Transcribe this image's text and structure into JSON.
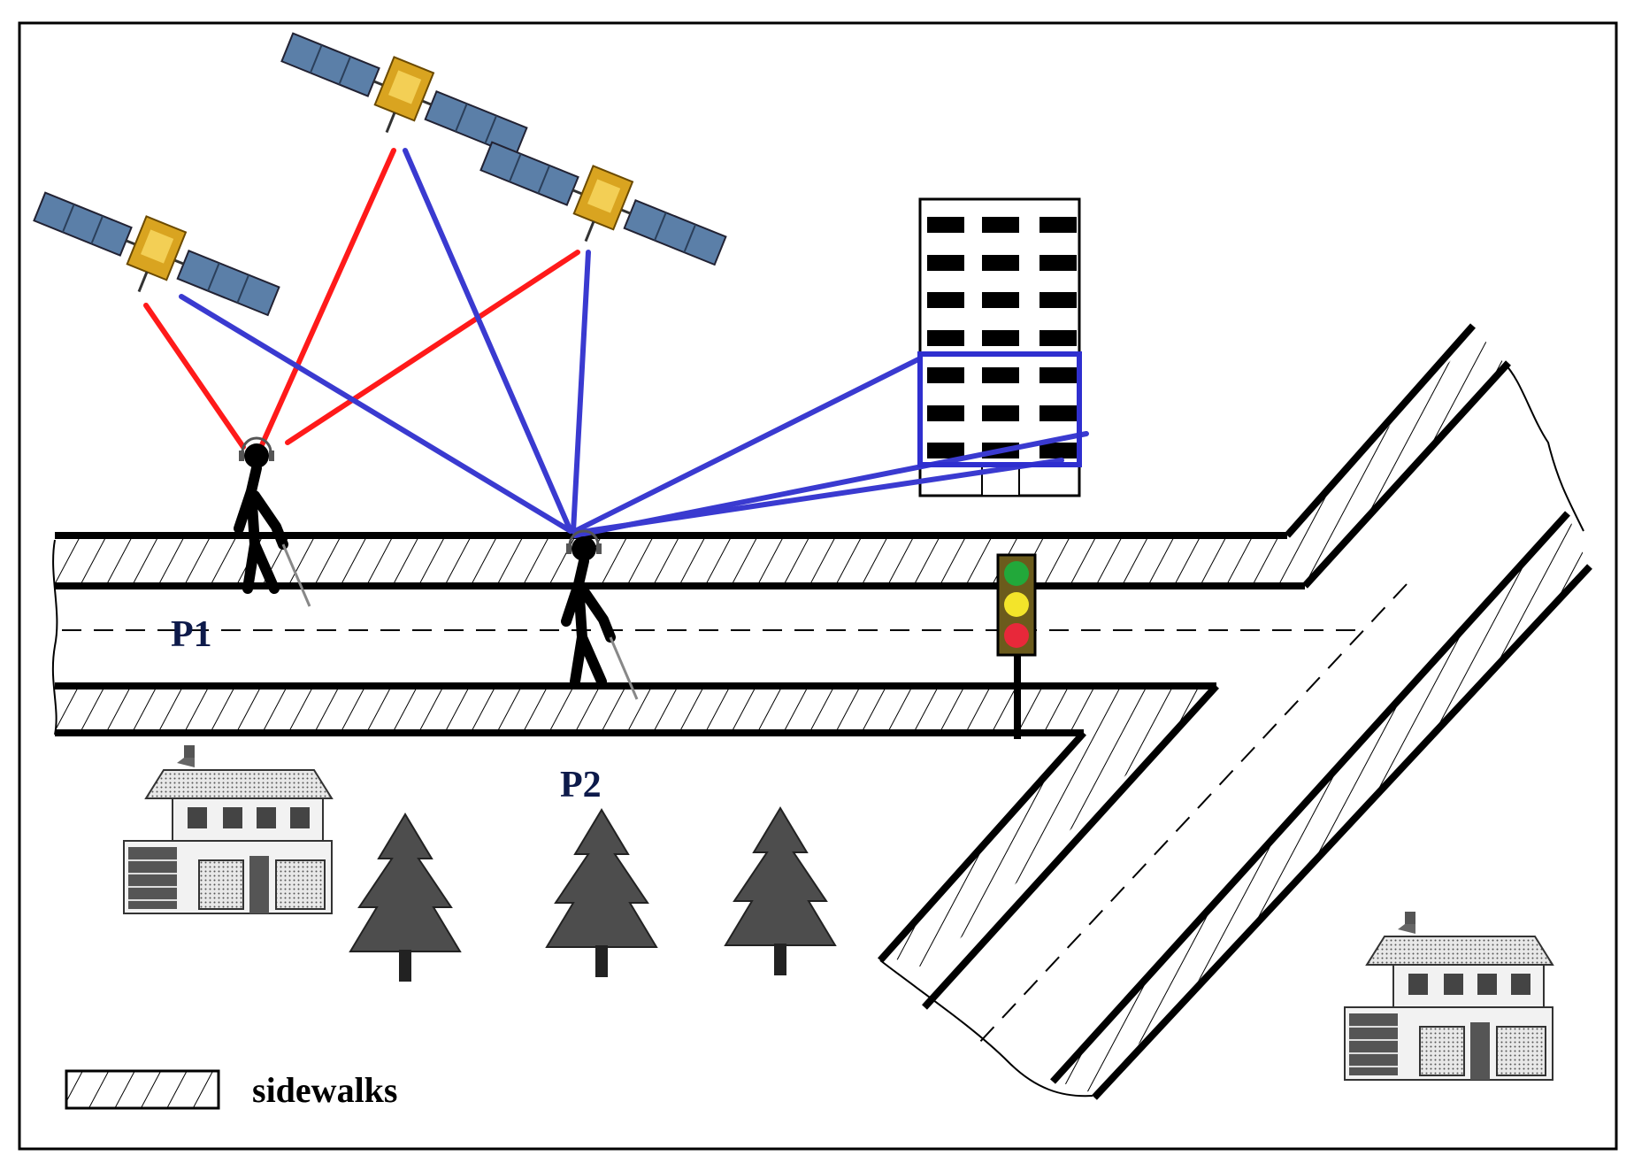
{
  "labels": {
    "person1": "P1",
    "person2": "P2"
  },
  "legend": {
    "text": "sidewalks"
  },
  "signal_colors": {
    "los": "#3a3ad0",
    "nlos": "#ff1a1a",
    "building_highlight": "#2f2fcf"
  },
  "traffic_light": [
    "#22a83a",
    "#f3e42a",
    "#e8283a"
  ],
  "icons": [
    "satellite-icon",
    "pedestrian-icon",
    "building-icon",
    "tree-icon",
    "house-icon",
    "traffic-light-icon"
  ]
}
